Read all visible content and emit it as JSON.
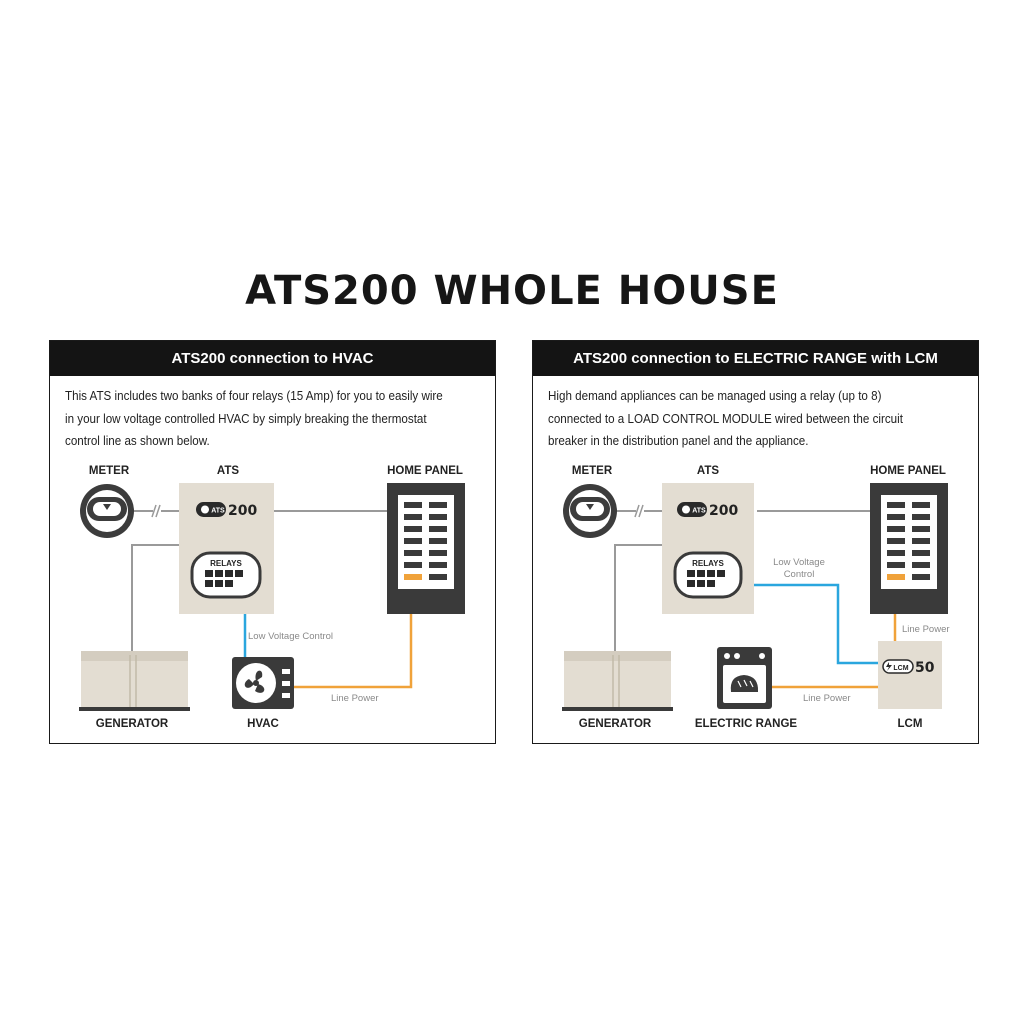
{
  "title": "ATS200 WHOLE HOUSE",
  "colors": {
    "header_bg": "#141414",
    "ats_box": "#e3ddd2",
    "low_voltage_wire": "#2aa6de",
    "line_power_wire": "#f0a23a",
    "meter_wire": "#9a9a9a",
    "panel_body": "#3a3a3a"
  },
  "left_panel": {
    "header": "ATS200 connection to HVAC",
    "description": "This ATS includes two banks of four relays (15 Amp) for you to easily wire in your low voltage controlled HVAC by simply breaking the thermostat control line as shown below.",
    "labels": {
      "meter": "METER",
      "ats": "ATS",
      "home_panel": "HOME PANEL",
      "generator": "GENERATOR",
      "hvac": "HVAC"
    },
    "ats_badge": "ATS",
    "ats_number": "200",
    "relays": "RELAYS",
    "wire_notes": {
      "low_voltage": "Low Voltage Control",
      "line_power": "Line Power"
    }
  },
  "right_panel": {
    "header": "ATS200 connection to ELECTRIC RANGE with LCM",
    "description": "High demand appliances can be managed using a relay (up to 8) connected to a LOAD CONTROL MODULE wired between the circuit breaker in the distribution panel and the appliance.",
    "labels": {
      "meter": "METER",
      "ats": "ATS",
      "home_panel": "HOME PANEL",
      "generator": "GENERATOR",
      "electric_range": "ELECTRIC RANGE",
      "lcm": "LCM"
    },
    "ats_badge": "ATS",
    "ats_number": "200",
    "relays": "RELAYS",
    "lcm_badge": "LCM",
    "lcm_number": "50",
    "wire_notes": {
      "low_voltage_line1": "Low Voltage",
      "low_voltage_line2": "Control",
      "line_power_panel": "Line Power",
      "line_power_range": "Line Power"
    }
  }
}
